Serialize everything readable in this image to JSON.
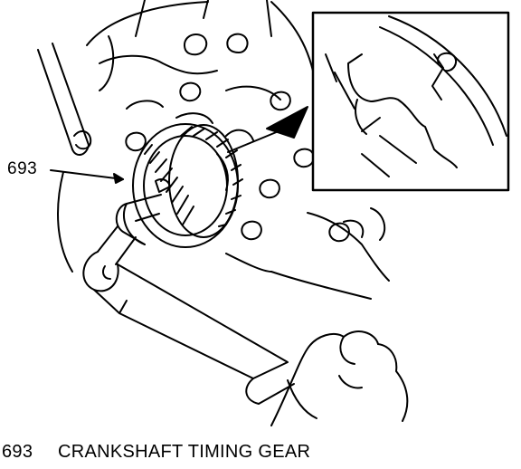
{
  "figure": {
    "callout_number": "693",
    "caption": {
      "number": "693",
      "text": "CRANKSHAFT TIMING GEAR"
    }
  }
}
